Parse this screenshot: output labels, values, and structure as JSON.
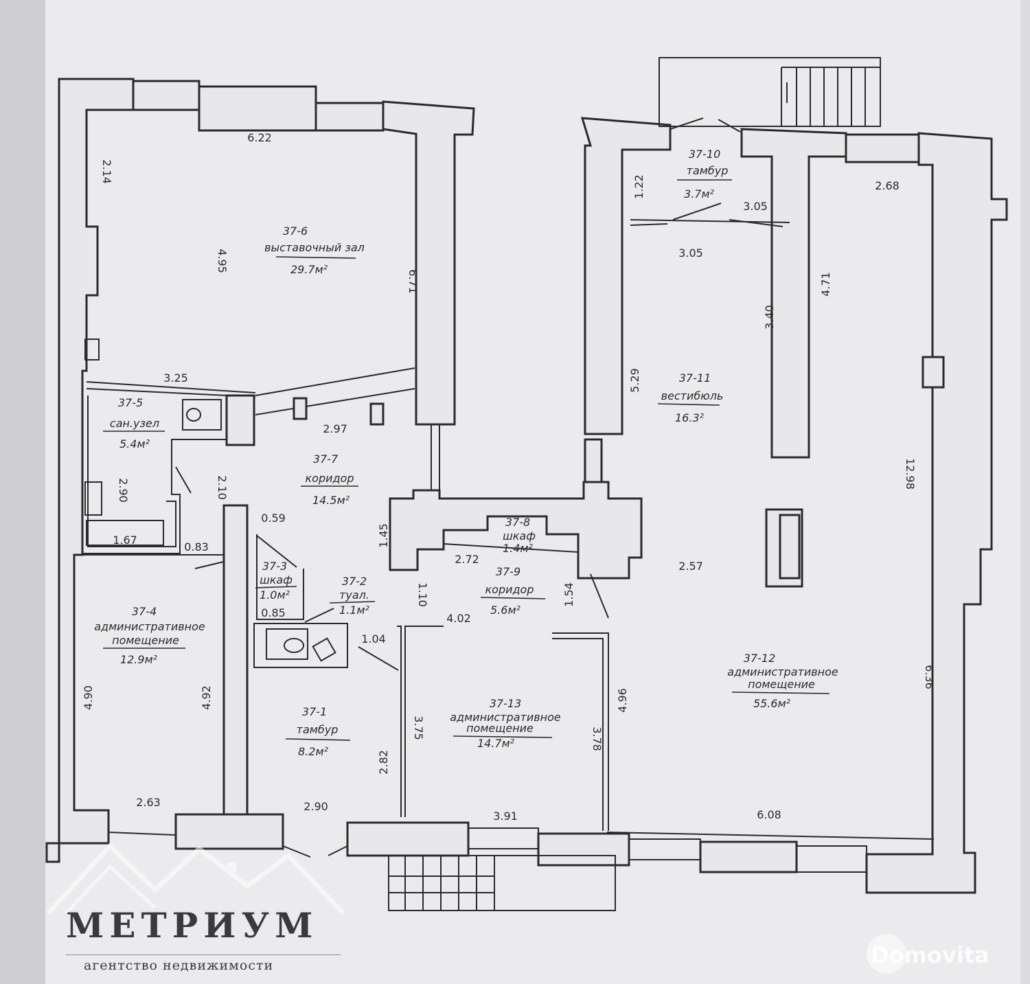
{
  "rooms": [
    {
      "code": "37-6",
      "name": "выставочный зал",
      "area": "29.7м²"
    },
    {
      "code": "37-5",
      "name": "сан.узел",
      "area": "5.4м²"
    },
    {
      "code": "37-7",
      "name": "коридор",
      "area": "14.5м²"
    },
    {
      "code": "37-4",
      "name": "административное помещение",
      "name2": "помещение",
      "area": "12.9м²",
      "name1": "административное"
    },
    {
      "code": "37-3",
      "name": "шкаф",
      "area": "1.0м²"
    },
    {
      "code": "37-2",
      "name": "туал.",
      "area": "1.1м²"
    },
    {
      "code": "37-1",
      "name": "тамбур",
      "area": "8.2м²"
    },
    {
      "code": "37-13",
      "name1": "административное",
      "name2": "помещение",
      "area": "14.7м²"
    },
    {
      "code": "37-8",
      "name": "шкаф",
      "area": "1.4м²"
    },
    {
      "code": "37-9",
      "name": "коридор",
      "area": "5.6м²"
    },
    {
      "code": "37-10",
      "name": "тамбур",
      "area": "3.7м²"
    },
    {
      "code": "37-11",
      "name": "вестибюль",
      "area": "16.3²"
    },
    {
      "code": "37-12",
      "name1": "административное",
      "name2": "помещение",
      "area": "55.6м²"
    }
  ],
  "dimensions": [
    "6.22",
    "2.14",
    "4.95",
    "6.71",
    "3.25",
    "2.97",
    "2.90",
    "2.10",
    "0.59",
    "1.67",
    "0.83",
    "1.45",
    "0.85",
    "1.10",
    "1.04",
    "4.02",
    "2.72",
    "1.54",
    "4.90",
    "4.92",
    "3.75",
    "2.82",
    "3.78",
    "4.96",
    "2.63",
    "2.90",
    "3.91",
    "6.08",
    "1.22",
    "3.05",
    "3.05",
    "3.40",
    "4.71",
    "2.68",
    "5.29",
    "12.98",
    "2.57",
    "6.36"
  ],
  "brand": {
    "name": "МЕТРИУМ",
    "subtitle": "агентство недвижимости"
  },
  "watermark": "Domovita"
}
